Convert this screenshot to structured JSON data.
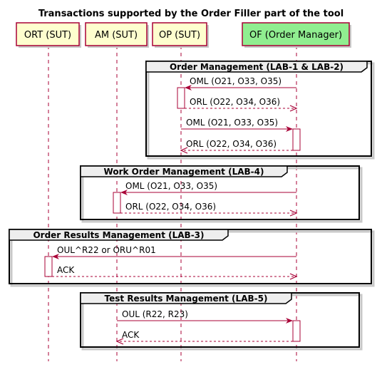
{
  "title": "Transactions supported by the Order Filler part of the tool",
  "colors": {
    "participant_fill": "#FEFECE",
    "participant_border": "#A80036",
    "highlight_fill": "#90EE90",
    "arrow": "#A80036",
    "group_tab": "#EEEEEE"
  },
  "participants": [
    {
      "id": "ort",
      "label": "ORT (SUT)",
      "highlight": false
    },
    {
      "id": "am",
      "label": "AM (SUT)",
      "highlight": false
    },
    {
      "id": "op",
      "label": "OP (SUT)",
      "highlight": false
    },
    {
      "id": "of",
      "label": "OF (Order Manager)",
      "highlight": true
    }
  ],
  "groups": [
    {
      "label": "Order Management (LAB-1 & LAB-2)",
      "messages": [
        {
          "from": "of",
          "to": "op",
          "label": "OML (O21, O33, O35)",
          "dashed": false
        },
        {
          "from": "op",
          "to": "of",
          "label": "ORL (O22, O34, O36)",
          "dashed": true
        },
        {
          "from": "op",
          "to": "of",
          "label": "OML (O21, O33, O35)",
          "dashed": false
        },
        {
          "from": "of",
          "to": "op",
          "label": "ORL (O22, O34, O36)",
          "dashed": true
        }
      ]
    },
    {
      "label": "Work Order Management (LAB-4)",
      "messages": [
        {
          "from": "of",
          "to": "am",
          "label": "OML (O21, O33, O35)",
          "dashed": false
        },
        {
          "from": "am",
          "to": "of",
          "label": "ORL (O22, O34, O36)",
          "dashed": true
        }
      ]
    },
    {
      "label": "Order Results Management (LAB-3)",
      "messages": [
        {
          "from": "of",
          "to": "ort",
          "label": "OUL^R22 or ORU^R01",
          "dashed": false
        },
        {
          "from": "ort",
          "to": "of",
          "label": "ACK",
          "dashed": true
        }
      ]
    },
    {
      "label": "Test Results Management (LAB-5)",
      "messages": [
        {
          "from": "am",
          "to": "of",
          "label": "OUL (R22, R23)",
          "dashed": false
        },
        {
          "from": "of",
          "to": "am",
          "label": "ACK",
          "dashed": true
        }
      ]
    }
  ]
}
